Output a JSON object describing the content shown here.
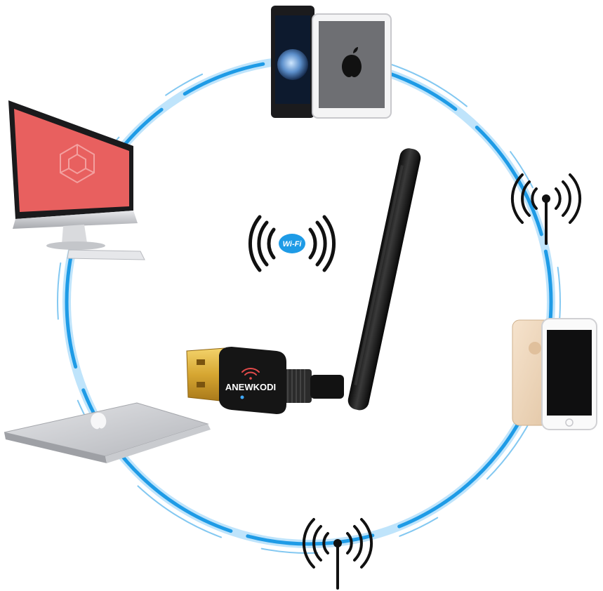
{
  "product": {
    "brand_label": "ANEWKODI",
    "wifi_badge_label": "Wi-Fi"
  },
  "palette": {
    "ring_blue": "#1e9be6",
    "ring_light": "#bfe4fb",
    "monitor_screen": "#e8605f",
    "adapter_body": "#151515",
    "usb_gold": "#d6a631",
    "silver": "#c9cbcf"
  },
  "devices": [
    "tablet-and-phone",
    "desktop-monitor",
    "laptop",
    "smartphone"
  ],
  "icons": [
    "wifi-signal-icon",
    "antenna-signal-icon"
  ]
}
